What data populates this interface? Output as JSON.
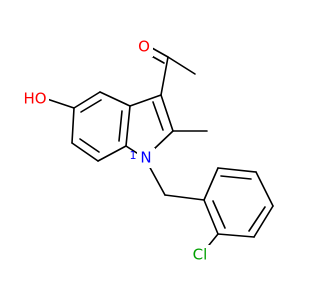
{
  "molecule": {
    "atom_labels": {
      "oxygen_carbonyl": "O",
      "oxygen_hydroxyl": "HO",
      "nitrogen": "N",
      "nitrogen_locant": "1",
      "chlorine": "Cl"
    },
    "colors": {
      "oxygen": "#ff0000",
      "nitrogen": "#0000ff",
      "chlorine": "#00a000",
      "bond": "#000000"
    }
  }
}
